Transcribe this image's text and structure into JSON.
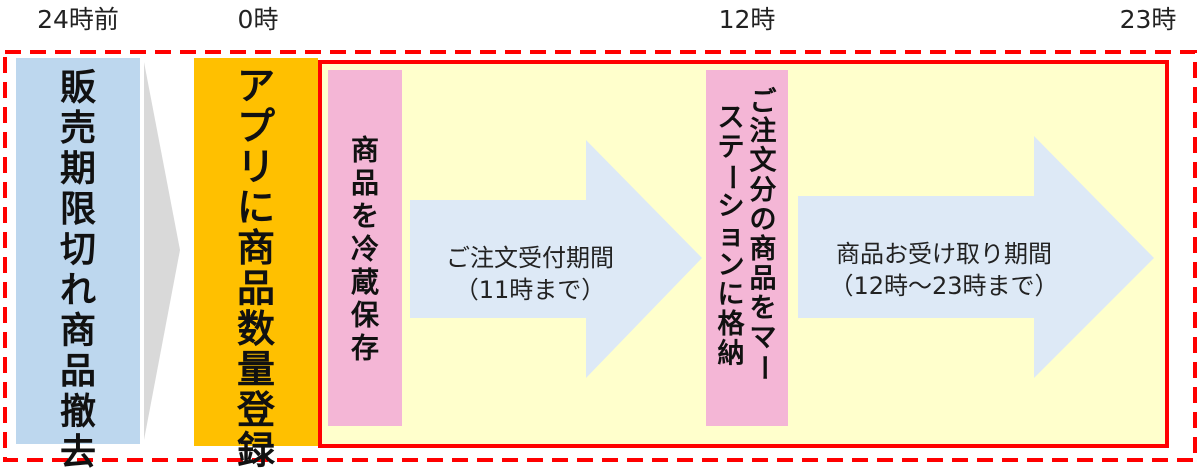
{
  "time_labels": {
    "before": "24時前",
    "zero": "0時",
    "twelve": "12時",
    "end": "23時"
  },
  "steps": {
    "removal": "販売期限切れ商品撤去",
    "app_registration": "アプリに商品数量登録",
    "cold_storage": "商品を冷蔵保存",
    "order_period": {
      "line1": "ご注文受付期間",
      "line2": "（11時まで）"
    },
    "station_storage": {
      "line1": "ご注文分の商品をマー",
      "line2": "ステーションに格納"
    },
    "pickup_period": {
      "line1": "商品お受け取り期間",
      "line2": "（12時〜23時まで）"
    }
  },
  "colors": {
    "removal_fill": "#bdd7ee",
    "app_fill": "#ffc000",
    "pink_fill": "#f4b6d6",
    "yellow_fill": "#ffffcc",
    "arrow_fill": "#dde9f6",
    "gray_arrow": "#d9d9d9",
    "dashed_border": "#ff0000",
    "solid_border": "#ff0000"
  }
}
